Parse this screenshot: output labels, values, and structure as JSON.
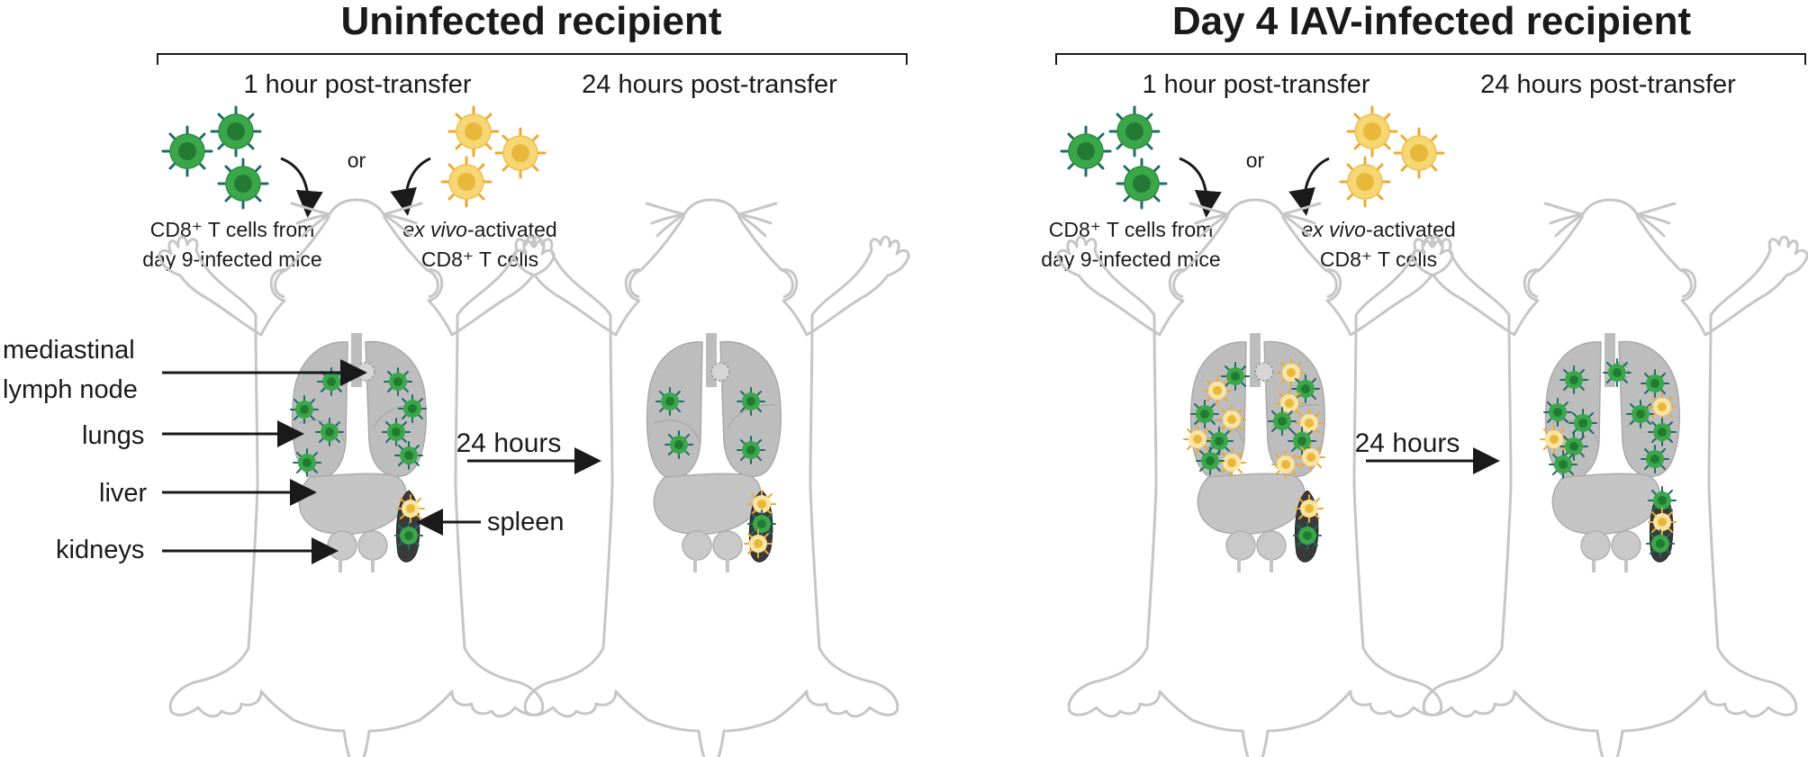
{
  "panels": [
    {
      "title": "Uninfected recipient",
      "col1": "1 hour post-transfer",
      "col2": "24 hours post-transfer",
      "or": "or",
      "memory_cells_line1": "CD8⁺ T cells from",
      "memory_cells_line2": "day 9-infected mice",
      "activated_cells_italic": "ex vivo",
      "activated_cells_rest": "-activated",
      "activated_cells_line2": "CD8⁺ T cells",
      "arrow_label": "24 hours"
    },
    {
      "title": "Day 4 IAV-infected recipient",
      "col1": "1 hour post-transfer",
      "col2": "24 hours post-transfer",
      "or": "or",
      "memory_cells_line1": "CD8⁺ T cells from",
      "memory_cells_line2": "day 9-infected mice",
      "activated_cells_italic": "ex vivo",
      "activated_cells_rest": "-activated",
      "activated_cells_line2": "CD8⁺ T cells",
      "arrow_label": "24 hours"
    }
  ],
  "organ_labels": {
    "mln_line1": "mediastinal",
    "mln_line2": "lymph node",
    "lungs": "lungs",
    "liver": "liver",
    "kidneys": "kidneys",
    "spleen": "spleen"
  },
  "colors": {
    "memory_cell": "#3aa84a",
    "memory_cell_core": "#237a33",
    "memory_spike": "#1d6b6b",
    "activated_cell": "#f7d774",
    "activated_cell_core": "#e8b83a",
    "activated_spike": "#f0a830",
    "mouse_outline": "#c6c6c6",
    "organ_fill": "#bdbdbd",
    "spleen_fill": "#3a3a3a"
  }
}
